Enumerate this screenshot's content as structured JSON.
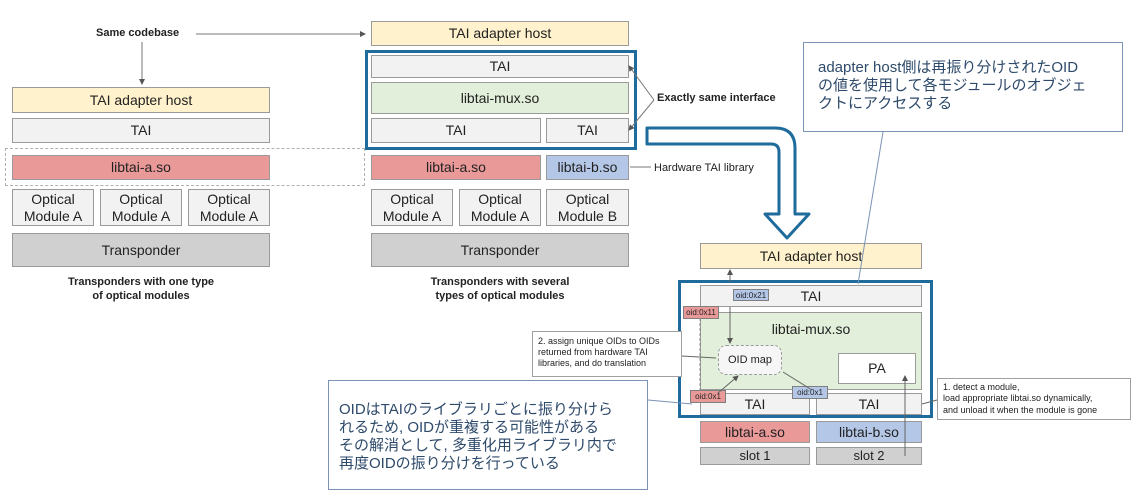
{
  "left": {
    "same_codebase": "Same codebase",
    "adapter_host": "TAI adapter host",
    "tai": "TAI",
    "lib": "libtai-a.so",
    "modules": [
      "Optical\nModule A",
      "Optical\nModule A",
      "Optical\nModule A"
    ],
    "transponder": "Transponder",
    "caption": "Transponders with one type\nof optical modules"
  },
  "middle": {
    "adapter_host": "TAI adapter host",
    "tai_top": "TAI",
    "mux": "libtai-mux.so",
    "tai_left": "TAI",
    "tai_right": "TAI",
    "lib_a": "libtai-a.so",
    "lib_b": "libtai-b.so",
    "modules": [
      "Optical\nModule A",
      "Optical\nModule A",
      "Optical\nModule B"
    ],
    "transponder": "Transponder",
    "caption": "Transponders with several\ntypes of optical modules",
    "exactly_same": "Exactly same interface",
    "hardware_lib": "Hardware TAI library"
  },
  "right": {
    "adapter_host": "TAI adapter host",
    "tai_top": "TAI",
    "mux": "libtai-mux.so",
    "oid_map": "OID map",
    "pa": "PA",
    "tai_left": "TAI",
    "tai_right": "TAI",
    "lib_a": "libtai-a.so",
    "lib_b": "libtai-b.so",
    "slot1": "slot 1",
    "slot2": "slot 2",
    "oid_21": "oid:0x21",
    "oid_11": "oid:0x11",
    "oid_1a": "oid:0x1",
    "oid_1b": "oid:0x1",
    "note_assign": "2. assign unique OIDs to OIDs\nreturned from hardware TAI\nlibraries, and do translation",
    "note_detect": "1. detect a module,\nload appropriate libtai.so dynamically,\nand unload it when the module is gone"
  },
  "callouts": {
    "top": "adapter host側は再振り分けされたOID\nの値を使用して各モジュールのオブジェ\nクトにアクセスする",
    "bottom": "OIDはTAIのライブラリごとに振り分けら\nれるため, OIDが重複する可能性がある\nその解消として, 多重化用ライブラリ内で\n再度OIDの振り分けを行っている"
  },
  "colors": {
    "highlight": "#1f6b9c",
    "adapter": "#fff2cc",
    "tai": "#f2f2f2",
    "mux": "#e2efda",
    "lib_a": "#ea9999",
    "lib_b": "#b4c7e7",
    "transponder": "#d0d0d0"
  }
}
